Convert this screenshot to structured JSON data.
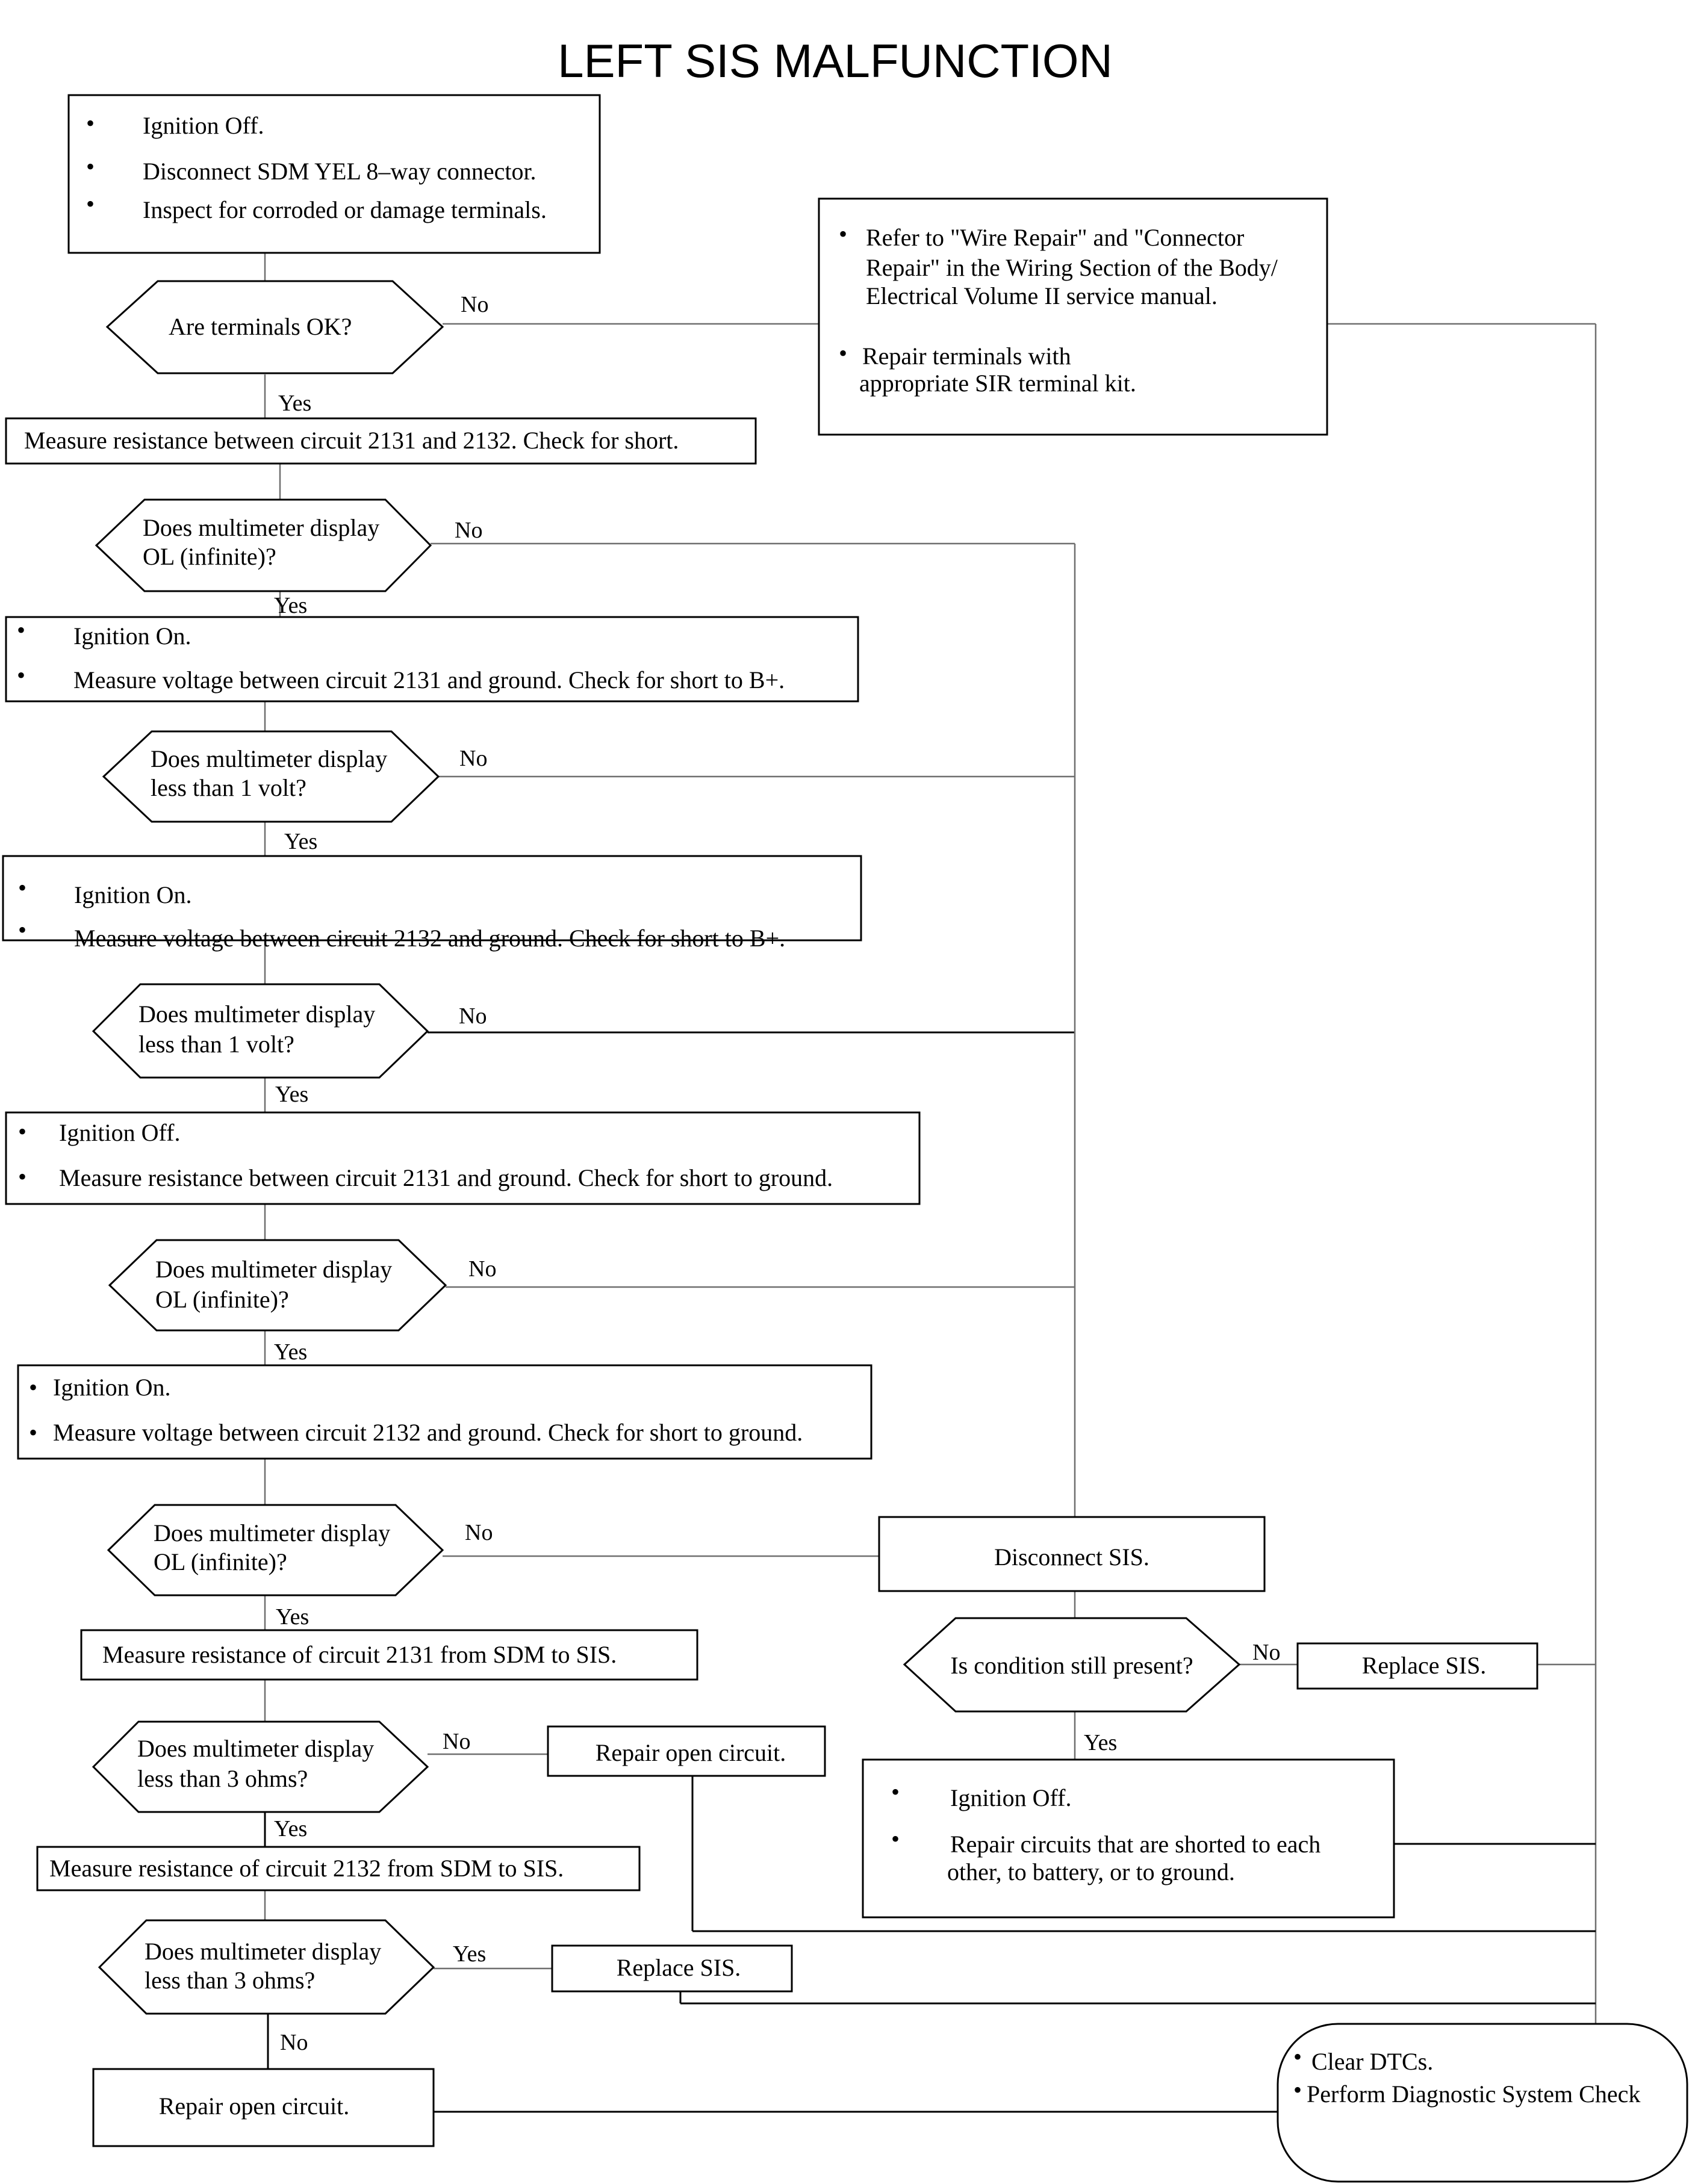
{
  "title": "LEFT SIS MALFUNCTION",
  "labels": {
    "yes": "Yes",
    "no": "No",
    "bullet": "•"
  },
  "steps": {
    "s1": [
      "Ignition Off.",
      "Disconnect SDM YEL 8–way connector.",
      "Inspect for corroded or damage terminals."
    ],
    "d1": [
      "Are terminals OK?"
    ],
    "s2": [
      "Measure resistance between circuit 2131 and 2132.  Check for short."
    ],
    "d2": [
      "Does multimeter display",
      "OL (infinite)?"
    ],
    "s3": [
      "Ignition On.",
      "Measure voltage between circuit 2131 and ground.  Check for short to B+."
    ],
    "d3": [
      "Does multimeter display",
      "less than 1 volt?"
    ],
    "s4": [
      "Ignition On.",
      "Measure voltage between circuit 2132 and ground.  Check for short to B+."
    ],
    "d4": [
      "Does multimeter display",
      "less than 1 volt?"
    ],
    "s5": [
      "Ignition Off.",
      "Measure resistance between circuit 2131 and ground.  Check for short to ground."
    ],
    "d5": [
      "Does multimeter display",
      "OL (infinite)?"
    ],
    "s6": [
      "Ignition On.",
      "Measure voltage between circuit 2132 and ground.  Check for short to ground."
    ],
    "d6": [
      "Does multimeter display",
      "OL (infinite)?"
    ],
    "s7": [
      "Measure resistance of circuit 2131 from  SDM to SIS."
    ],
    "d7": [
      "Does multimeter display",
      "less than 3 ohms?"
    ],
    "s8": [
      "Measure resistance of circuit 2132 from  SDM to SIS."
    ],
    "d8": [
      "Does multimeter display",
      "less than 3 ohms?"
    ],
    "r_terminals": [
      "Refer to \"Wire Repair\" and \"Connector",
      "Repair\" in the Wiring Section of the Body/",
      "Electrical Volume II service manual.",
      "Repair terminals with",
      "appropriate SIR terminal kit."
    ],
    "disconnect": [
      "Disconnect SIS."
    ],
    "d9": [
      "Is condition still present?"
    ],
    "replace1": [
      "Replace SIS."
    ],
    "repair_shorts": [
      "Ignition Off.",
      "Repair circuits that are shorted to each",
      "other, to battery, or to ground."
    ],
    "repair_open1": [
      "Repair open circuit."
    ],
    "replace2": [
      "Replace SIS."
    ],
    "repair_open2": [
      "Repair open circuit."
    ],
    "final": [
      "Clear DTCs.",
      "Perform Diagnostic System Check"
    ]
  }
}
